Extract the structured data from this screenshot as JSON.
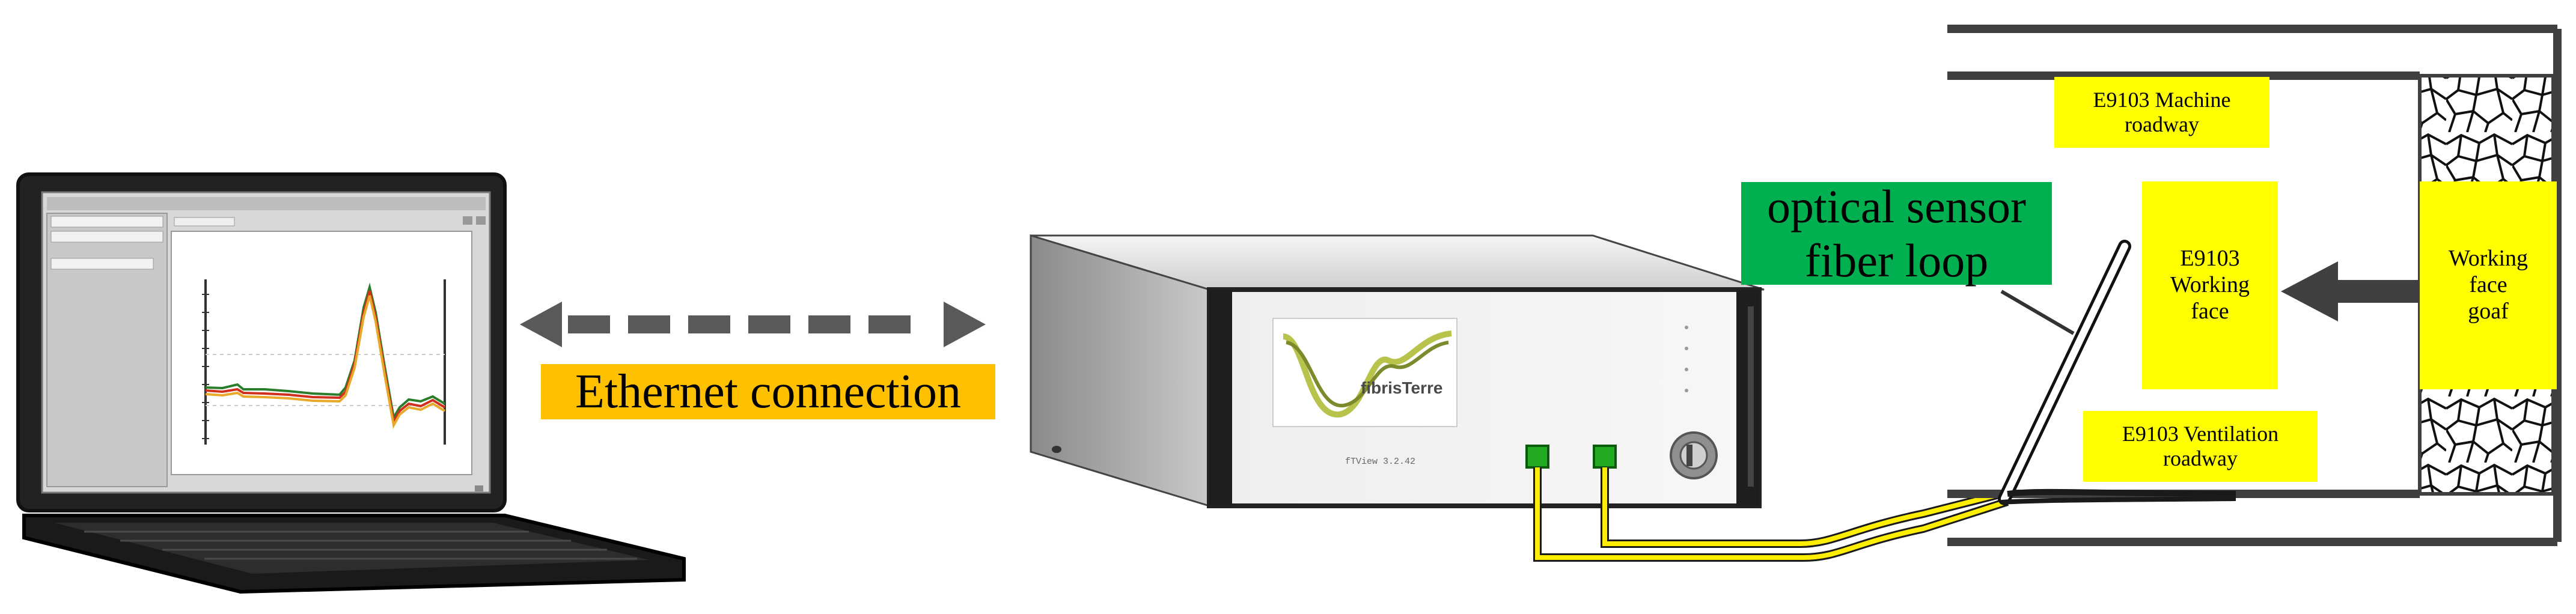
{
  "labels": {
    "ethernet": "Ethernet connection",
    "optical_fiber": "optical sensor\nfiber loop",
    "machine_roadway": "E9103 Machine\nroadway",
    "working_face": "E9103\nWorking\nface",
    "ventilation_roadway": "E9103 Ventilation\nroadway",
    "goaf": "Working\nface\ngoaf"
  },
  "device": {
    "brand": "fibrisTerre",
    "version": "fTView 3.2.42"
  },
  "colors": {
    "ethernet_box": "#ffc000",
    "fiber_box": "#00b050",
    "zone_box": "#ffff00",
    "fiber_cable": "#ffee00",
    "connector": "#22aa22"
  }
}
